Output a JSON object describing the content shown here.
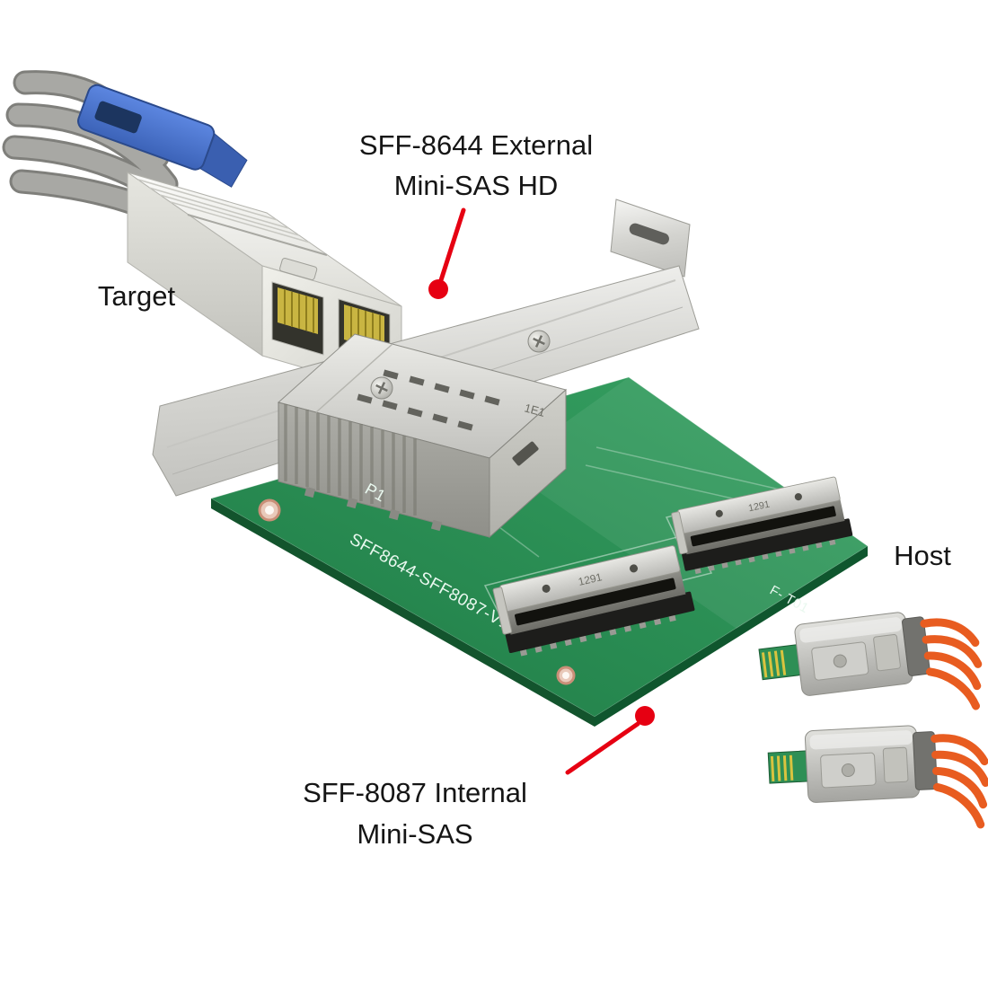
{
  "labels": {
    "target": "Target",
    "host": "Host",
    "external_connector_line1": "SFF-8644 External",
    "external_connector_line2": "Mini-SAS HD",
    "internal_connector_line1": "SFF-8087 Internal",
    "internal_connector_line2": "Mini-SAS"
  },
  "board": {
    "silkscreen_model": "SFF8644-SFF8087-V1.0",
    "silkscreen_port": "P1",
    "silkscreen_t01": "F- T01",
    "cage_marking": "1E1",
    "connector_marking": "1291"
  },
  "colors": {
    "background": "#ffffff",
    "label_text": "#151515",
    "callout_red": "#e60012",
    "pcb_green": "#2e8f55",
    "pcb_green_dark": "#14592f",
    "cable_blue": "#4a74d0",
    "wire_orange": "#e85c20",
    "bracket_silver": "#d9d9d5",
    "gold_contacts": "#c9b542"
  }
}
